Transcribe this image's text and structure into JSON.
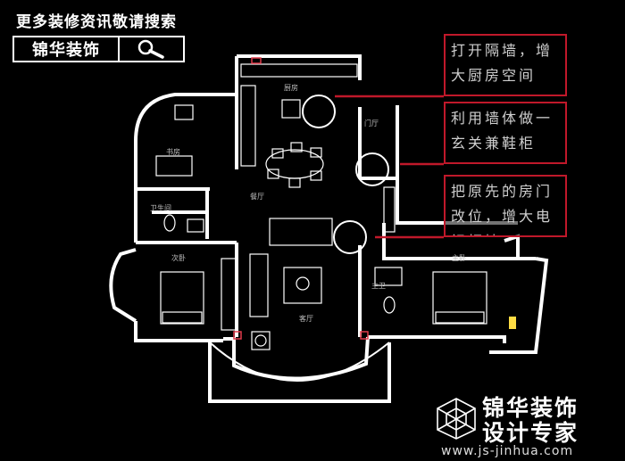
{
  "header": {
    "caption": "更多装修资讯敬请搜索"
  },
  "search": {
    "brand": "锦华装饰"
  },
  "annotations": [
    {
      "text": "打开隔墙，增大厨房空间"
    },
    {
      "text": "利用墙体做一玄关兼鞋柜"
    },
    {
      "text": "把原先的房门改位，增大电视柜墙"
    }
  ],
  "rooms": {
    "kitchen": "厨房",
    "foyer": "门厅",
    "study": "书房",
    "dining": "餐厅",
    "bathroom": "卫生间",
    "second_bedroom": "次卧",
    "living": "客厅",
    "master_bedroom": "主卧",
    "master_bath": "主卫"
  },
  "footer": {
    "brand_name": "锦华装饰",
    "brand_tagline": "设计专家",
    "url": "www.js-jinhua.com"
  },
  "colors": {
    "background": "#000000",
    "wall": "#ffffff",
    "annotation": "#c0182a"
  }
}
